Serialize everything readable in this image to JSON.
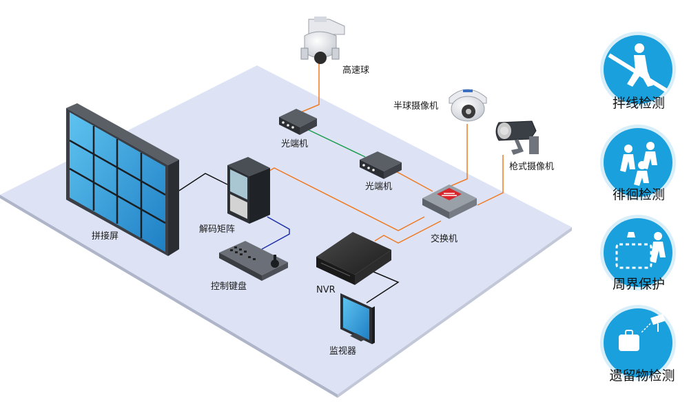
{
  "labels": {
    "high_speed_dome": "高速球",
    "half_dome_camera": "半球摄像机",
    "bullet_camera": "枪式摄像机",
    "optical_transceiver_1": "光端机",
    "optical_transceiver_2": "光端机",
    "video_wall": "拼接屏",
    "decoder_matrix": "解码矩阵",
    "control_keyboard": "控制键盘",
    "switch": "交换机",
    "nvr": "NVR",
    "monitor": "监视器"
  },
  "features": [
    {
      "label": "拌线检测",
      "icon": "tripwire-icon"
    },
    {
      "label": "徘徊检测",
      "icon": "loitering-icon"
    },
    {
      "label": "周界保护",
      "icon": "perimeter-icon"
    },
    {
      "label": "遗留物检测",
      "icon": "abandoned-object-icon"
    }
  ],
  "colors": {
    "floor": "#dde3f5",
    "orange_link": "#ef7a22",
    "green_link": "#1a9b4a",
    "blue_link": "#1f2fa8",
    "black_link": "#111111",
    "feature_blue": "#1aa0dd"
  }
}
